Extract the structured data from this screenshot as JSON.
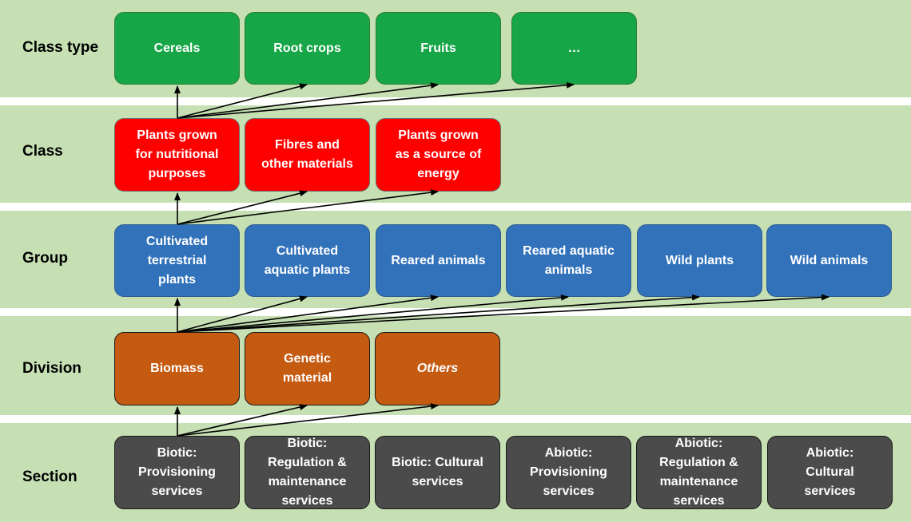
{
  "levels": {
    "class_type": "Class type",
    "class": "Class",
    "group": "Group",
    "division": "Division",
    "section": "Section"
  },
  "class_type": [
    "Cereals",
    "Root crops",
    "Fruits",
    "…"
  ],
  "class": [
    "Plants grown\nfor nutritional\npurposes",
    "Fibres and\nother materials",
    "Plants grown\nas a source of\nenergy"
  ],
  "group": [
    "Cultivated\nterrestrial\nplants",
    "Cultivated\naquatic plants",
    "Reared animals",
    "Reared aquatic\nanimals",
    "Wild plants",
    "Wild animals"
  ],
  "division": [
    "Biomass",
    "Genetic\nmaterial",
    "Others"
  ],
  "section": [
    "Biotic:\nProvisioning\nservices",
    "Biotic:\nRegulation &\nmaintenance\nservices",
    "Biotic: Cultural\nservices",
    "Abiotic:\nProvisioning\nservices",
    "Abiotic:\nRegulation &\nmaintenance\nservices",
    "Abiotic:\nCultural\nservices"
  ],
  "colors": {
    "band": "#c6e0b4",
    "class_type": "#16a647",
    "class": "#fe0000",
    "group": "#3272ba",
    "division": "#c55a11",
    "section": "#4b4b4b"
  }
}
